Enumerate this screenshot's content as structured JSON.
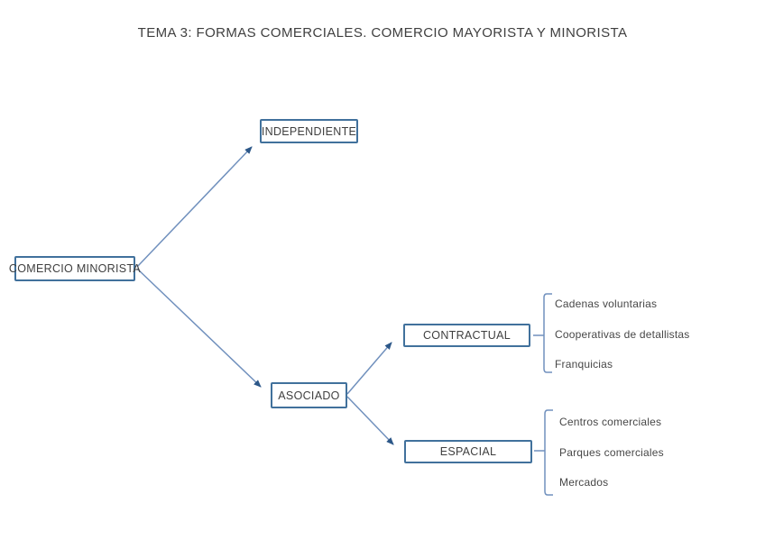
{
  "title": "TEMA 3: FORMAS COMERCIALES. COMERCIO MAYORISTA Y MINORISTA",
  "nodes": {
    "comercio_minorista": "COMERCIO MINORISTA",
    "independiente": "INDEPENDIENTE",
    "asociado": "ASOCIADO",
    "contractual": "CONTRACTUAL",
    "espacial": "ESPACIAL"
  },
  "lists": {
    "contractual": [
      "Cadenas voluntarias",
      "Cooperativas de detallistas",
      "Franquicias"
    ],
    "espacial": [
      "Centros comerciales",
      "Parques comerciales",
      "Mercados"
    ]
  },
  "colors": {
    "box_border": "#41719c",
    "line": "#7090bd",
    "arrowhead": "#2c5788",
    "text": "#3f3f3f"
  }
}
